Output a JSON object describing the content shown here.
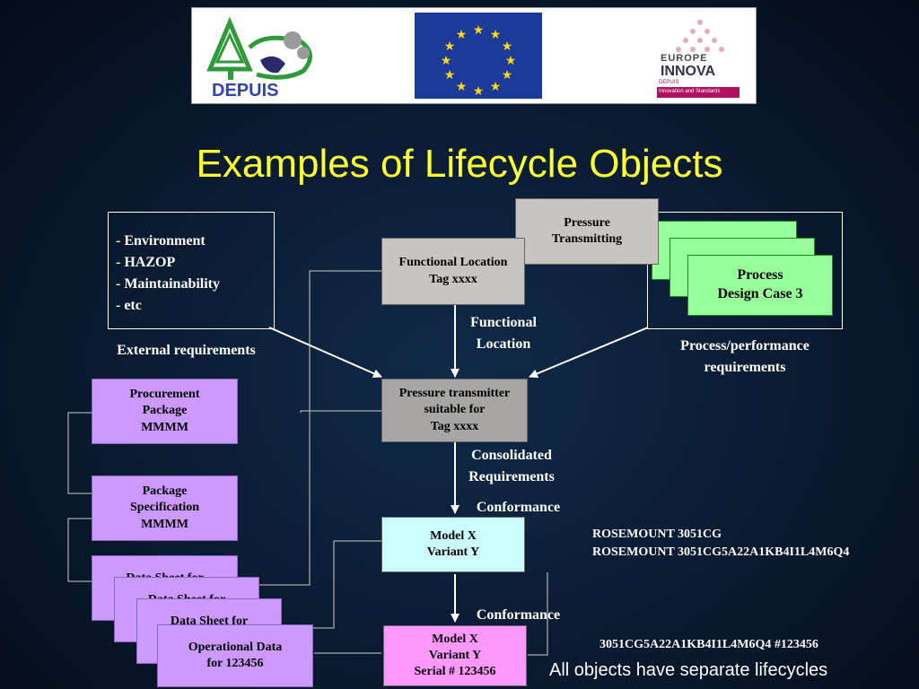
{
  "logos": {
    "left": "DEPUIS",
    "right_line1": "EUROPE",
    "right_line2": "INNOVA",
    "right_sub": "Innovation and Standards",
    "right_foot": "DEPUIS"
  },
  "title": "Examples of Lifecycle Objects",
  "external_req": {
    "items": [
      "- Environment",
      "- HAZOP",
      "- Maintainability",
      "- etc"
    ],
    "caption": "External requirements"
  },
  "pressure_transmitting": [
    "Pressure",
    "Transmitting"
  ],
  "functional_location_box": [
    "Functional Location",
    "Tag xxxx"
  ],
  "functional_location_label": [
    "Functional",
    "Location"
  ],
  "process_design": [
    "Process",
    "Design Case 3"
  ],
  "process_caption": [
    "Process/performance",
    "requirements"
  ],
  "pressure_transmitter": [
    "Pressure transmitter",
    "suitable for",
    "Tag xxxx"
  ],
  "consolidated": [
    "Consolidated",
    "Requirements"
  ],
  "conformance1": "Conformance",
  "model_variant": [
    "Model X",
    "Variant Y"
  ],
  "rosemount": [
    "ROSEMOUNT 3051CG",
    "ROSEMOUNT 3051CG5A22A1KB4I1L4M6Q4"
  ],
  "conformance2": "Conformance",
  "model_serial": [
    "Model X",
    "Variant Y",
    "Serial # 123456"
  ],
  "serial_code": "3051CG5A22A1KB4I1L4M6Q4 #123456",
  "procurement": [
    "Procurement",
    "Package",
    "MMMM"
  ],
  "package_spec": [
    "Package",
    "Specification",
    "MMMM"
  ],
  "datasheet_partial": "Data Sheet for",
  "operational": [
    "Operational Data",
    "for 123456"
  ],
  "footer": "All objects have separate lifecycles",
  "colors": {
    "title": "#ffff33",
    "procurement": "#cc99ff",
    "model": "#ccffff",
    "serial": "#ff99ff",
    "process": "#99ff99"
  }
}
